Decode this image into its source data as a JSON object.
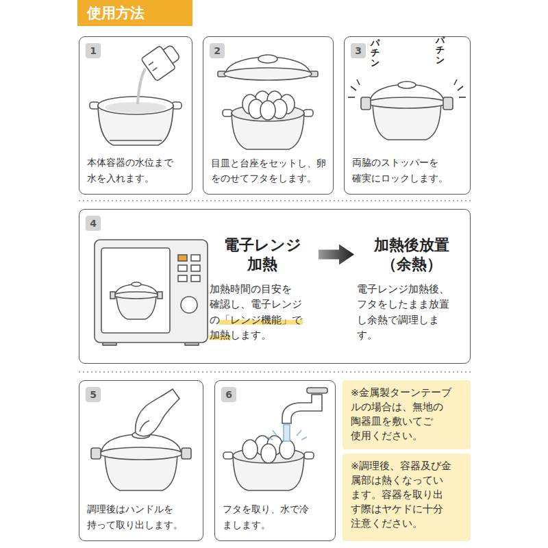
{
  "diagram": {
    "title": "使用方法",
    "nodes": [
      {
        "text": [
          "1",
          "本体容器の水位まで 水を入れます。"
        ]
      },
      {
        "text": [
          "2",
          "目皿と台座をセットし、卵 をのせてフタをします。"
        ]
      },
      {
        "text": [
          "3",
          "両脇のストッパーを 確実にロックします。"
        ]
      },
      {
        "text": [
          "4"
        ]
      },
      {
        "text": [
          "電子レンジ 加熱",
          "加熱時間の目安を 確認し、電子レンジ の「レンジ機能」で 加熱します。"
        ],
        "in": 3
      },
      {
        "text": [
          "加熱後放置 （余熱）",
          "電子レンジ加熱後、 フタをしたまま放置 し余熱で調理しま す。"
        ],
        "in": 3
      },
      {
        "text": [
          "5",
          "調理後はハンドルを 持って取り出します。"
        ]
      },
      {
        "text": [
          "6",
          "フタを取り、水で冷 まします。"
        ]
      },
      {
        "text": [
          "※金属製ターンテーブ ルの場合は、無地の 陶器皿を敷いてご 使用ください。"
        ]
      },
      {
        "text": [
          "※調理後、容器及び金 属部は熱くなってい ます。容器を取り出 す際はヤケドに十分 注意ください。"
        ]
      }
    ],
    "edges": [
      {
        "from": 4,
        "to": 5,
        "arrow": "to"
      }
    ],
    "labels": [
      "パチン",
      "パチン"
    ]
  }
}
